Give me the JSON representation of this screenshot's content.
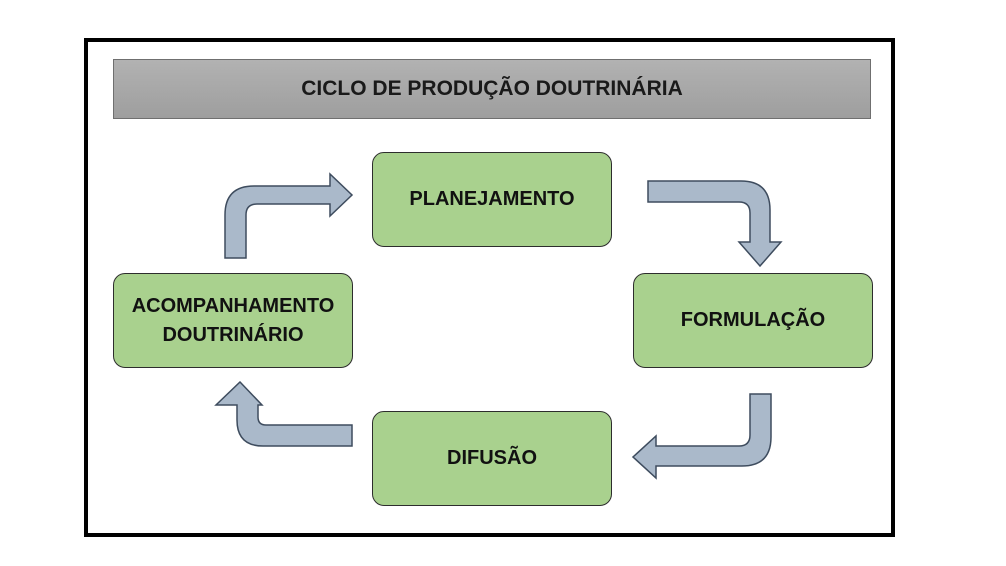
{
  "diagram": {
    "title": "CICLO DE PRODUÇÃO DOUTRINÁRIA",
    "nodes": {
      "planejamento": "PLANEJAMENTO",
      "formulacao": "FORMULAÇÃO",
      "difusao": "DIFUSÃO",
      "acompanhamento": "ACOMPANHAMENTO\nDOUTRINÁRIO"
    },
    "flow": [
      "PLANEJAMENTO",
      "FORMULAÇÃO",
      "DIFUSÃO",
      "ACOMPANHAMENTO DOUTRINÁRIO"
    ],
    "colors": {
      "node_fill": "#a9d18e",
      "arrow_fill": "#aab9ca",
      "title_fill": "#a8a8a8",
      "frame_border": "#000000"
    }
  }
}
